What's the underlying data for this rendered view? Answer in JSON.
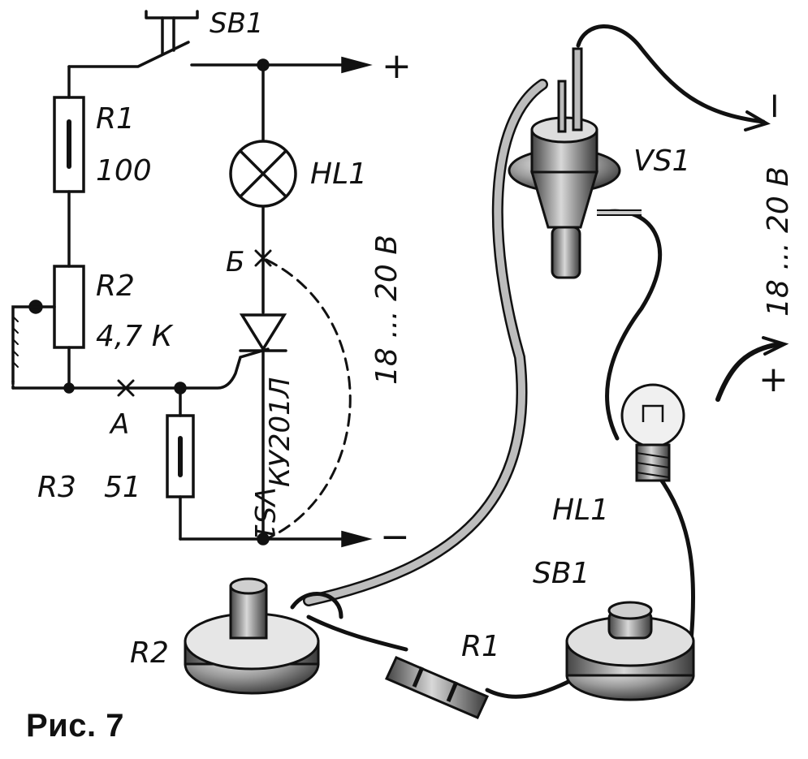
{
  "figure_caption": "Рис. 7",
  "schematic": {
    "switch_label": "SB1",
    "r1_label": "R1",
    "r1_value": "100",
    "r2_label": "R2",
    "r2_value": "4,7 К",
    "r3_label": "R3",
    "r3_value": "51",
    "lamp_label": "HL1",
    "thyristor_label": "VS1",
    "thyristor_type": "КУ201Л",
    "point_a": "А",
    "point_b": "Б",
    "plus_terminal": "+",
    "minus_terminal": "−",
    "voltage": "18 ... 20 В"
  },
  "assembly": {
    "thyristor_label": "VS1",
    "lamp_label": "HL1",
    "switch_label": "SB1",
    "r1_label": "R1",
    "r2_label": "R2",
    "minus_terminal": "−",
    "plus_terminal": "+",
    "voltage": "18 ... 20 В"
  }
}
